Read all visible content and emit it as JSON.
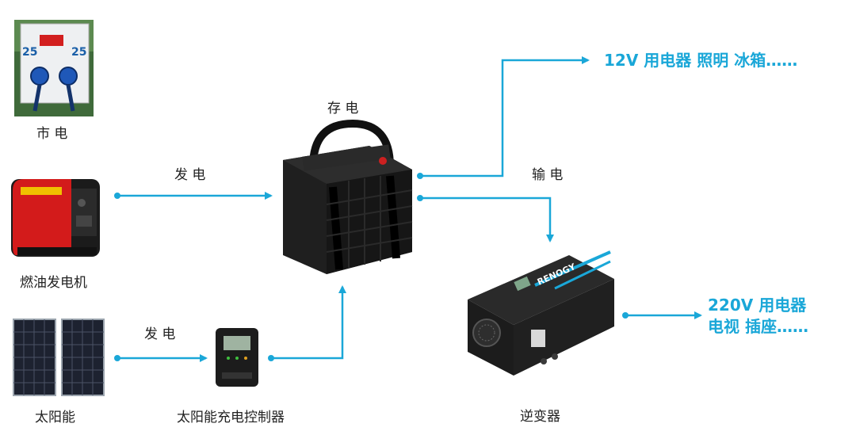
{
  "labels": {
    "grid": "市 电",
    "generator": "燃油发电机",
    "solar": "太阳能",
    "controller": "太阳能充电控制器",
    "storage": "存 电",
    "inverter": "逆变器",
    "gen_edge": "发 电",
    "solar_edge": "发 电",
    "output_edge": "输 电",
    "out12_line": "12V 用电器  照明 冰箱……",
    "out220_line1": "220V 用电器",
    "out220_line2": "电视 插座……"
  },
  "colors": {
    "accent": "#1aa7d8"
  }
}
